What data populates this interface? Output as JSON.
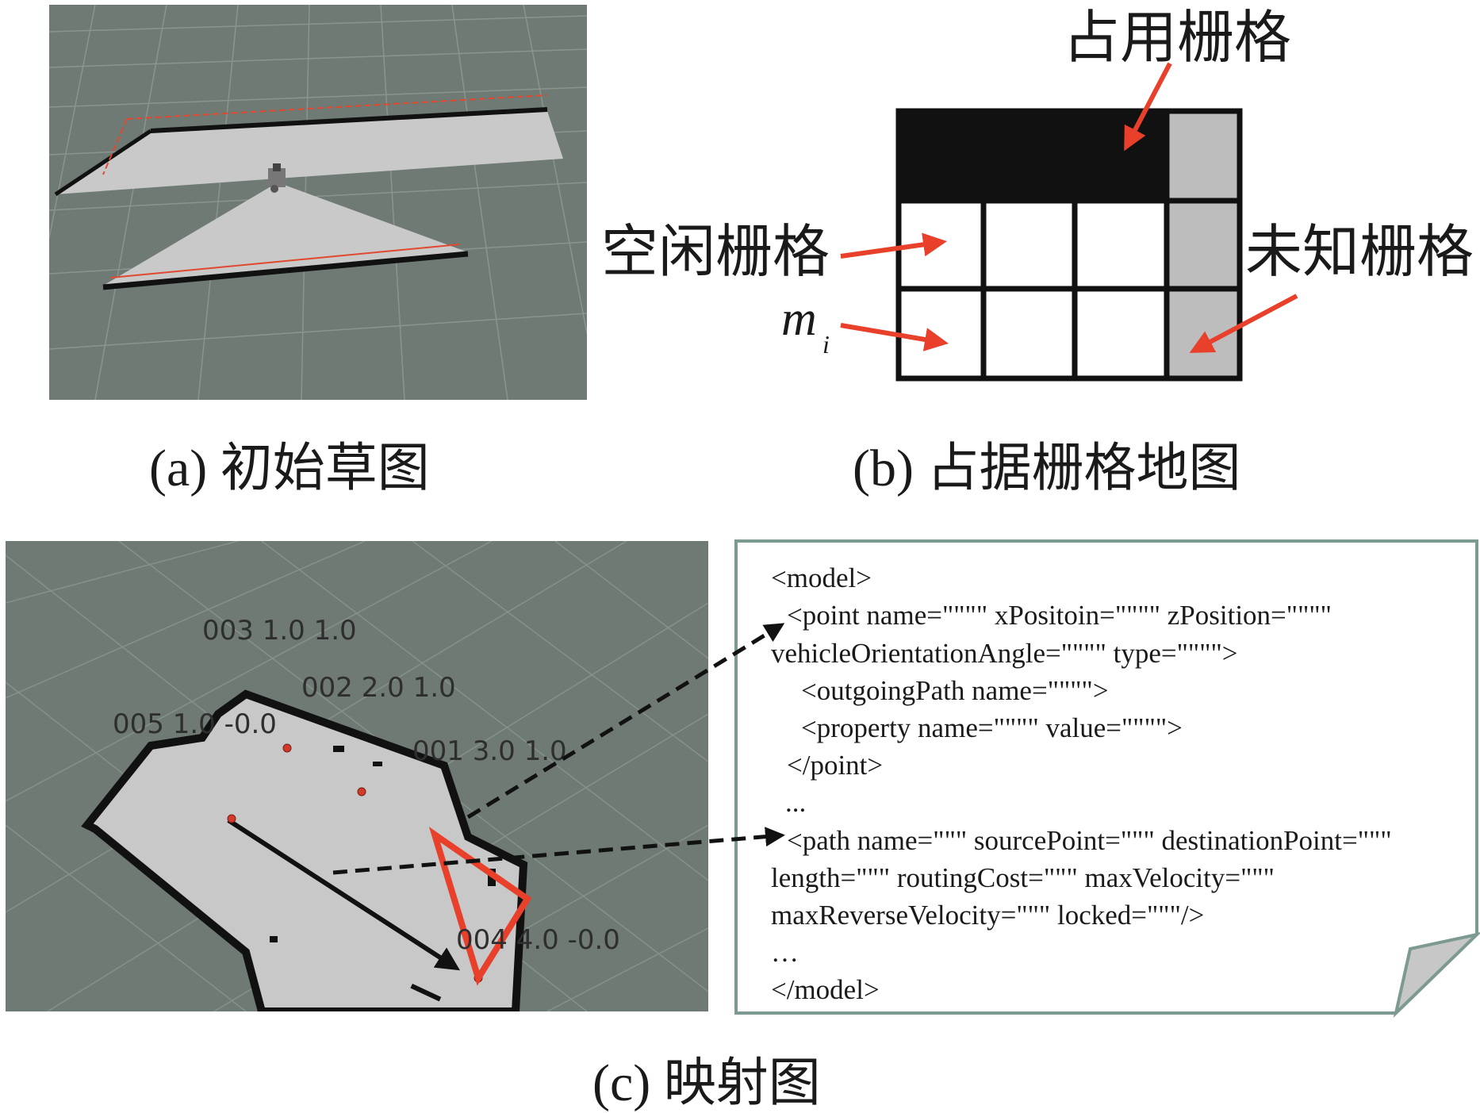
{
  "panel_a": {
    "caption": "(a) 初始草图"
  },
  "panel_b": {
    "caption": "(b) 占据栅格地图",
    "label_occupied": "占用栅格",
    "label_free": "空闲栅格",
    "label_unknown": "未知栅格",
    "label_m": "m",
    "label_i": "i"
  },
  "panel_c": {
    "caption": "(c) 映射图",
    "waypoints": [
      "003  1.0  1.0",
      "002  2.0  1.0",
      "005  1.0  -0.0",
      "001  3.0  1.0",
      "004  4.0  -0.0"
    ],
    "xml_lines": [
      "<model>",
      "<point name=\"\"\"\" xPositoin=\"\"\"\" zPosition=\"\"\"\"",
      "vehicleOrientationAngle=\"\"\"\"  type=\"\"\"\">",
      "<outgoingPath name=\"\"\"\">",
      "<property name=\"\"\"\" value=\"\"\"\">",
      "</point>",
      "...",
      "<path name=\"\"\" sourcePoint=\"\"\" destinationPoint=\"\"\"",
      "length=\"\"\" routingCost=\"\"\" maxVelocity=\"\"\"",
      "maxReverseVelocity=\"\"\" locked=\"\"\"/>",
      "…",
      "</model>"
    ]
  },
  "colors": {
    "background_gray": "#6e7a73",
    "free_space": "#c8c8c8",
    "occupied": "#111111",
    "unknown": "#bdbdbd",
    "arrow_red": "#e8402b",
    "doc_border": "#7d9a92"
  }
}
